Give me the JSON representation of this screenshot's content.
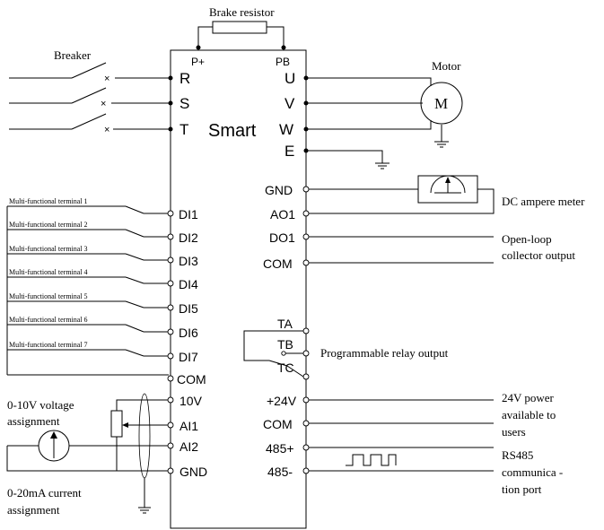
{
  "labels": {
    "brake_resistor": "Brake resistor",
    "p_plus": "P+",
    "pb": "PB",
    "breaker": "Breaker",
    "motor": "Motor",
    "motor_symbol": "M",
    "smart": "Smart",
    "dc_meter": "DC ampere meter",
    "open_loop_1": "Open-loop",
    "open_loop_2": "collector output",
    "relay": "Programmable relay output",
    "power_1": "24V power",
    "power_2": "available to",
    "power_3": "users",
    "rs485_1": "RS485",
    "rs485_2": "communica -",
    "rs485_3": "tion port",
    "voltage_1": "0-10V voltage",
    "voltage_2": "assignment",
    "current_1": "0-20mA current",
    "current_2": "assignment"
  },
  "power_terminals": [
    "R",
    "S",
    "T"
  ],
  "output_terminals": [
    "U",
    "V",
    "W",
    "E"
  ],
  "digital_inputs": [
    "DI1",
    "DI2",
    "DI3",
    "DI4",
    "DI5",
    "DI6",
    "DI7"
  ],
  "multi_terminals": [
    "Multi-functional terminal 1",
    "Multi-functional terminal 2",
    "Multi-functional terminal 3",
    "Multi-functional terminal 4",
    "Multi-functional terminal 5",
    "Multi-functional terminal 6",
    "Multi-functional terminal 7"
  ],
  "left_misc": [
    "COM"
  ],
  "analog_terminals": [
    "10V",
    "AI1",
    "AI2",
    "GND"
  ],
  "right_terminals_a": [
    "GND",
    "AO1",
    "DO1",
    "COM"
  ],
  "relay_terminals": [
    "TA",
    "TB",
    "TC"
  ],
  "right_terminals_b": [
    "+24V",
    "COM",
    "485+",
    "485-"
  ]
}
